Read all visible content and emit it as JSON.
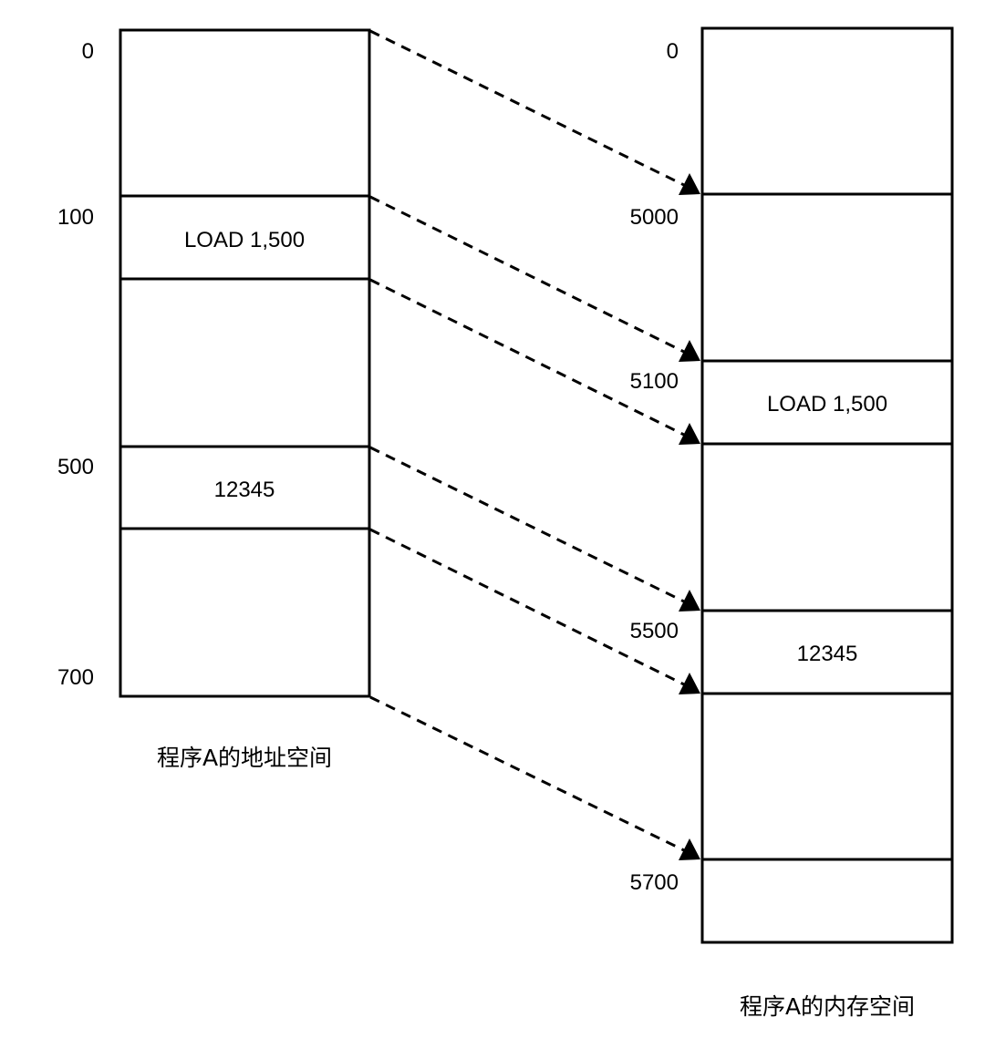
{
  "address_space": {
    "caption": "程序A的地址空间",
    "addresses": [
      "0",
      "100",
      "500",
      "700"
    ],
    "cells": [
      {
        "text": ""
      },
      {
        "text": "LOAD 1,500"
      },
      {
        "text": ""
      },
      {
        "text": "12345"
      },
      {
        "text": ""
      }
    ]
  },
  "memory_space": {
    "caption": "程序A的内存空间",
    "addresses": [
      "0",
      "5000",
      "5100",
      "5500",
      "5700"
    ],
    "cells": [
      {
        "text": ""
      },
      {
        "text": ""
      },
      {
        "text": "LOAD 1,500"
      },
      {
        "text": ""
      },
      {
        "text": "12345"
      },
      {
        "text": ""
      },
      {
        "text": ""
      }
    ]
  },
  "mapping_arrow_count": 6
}
